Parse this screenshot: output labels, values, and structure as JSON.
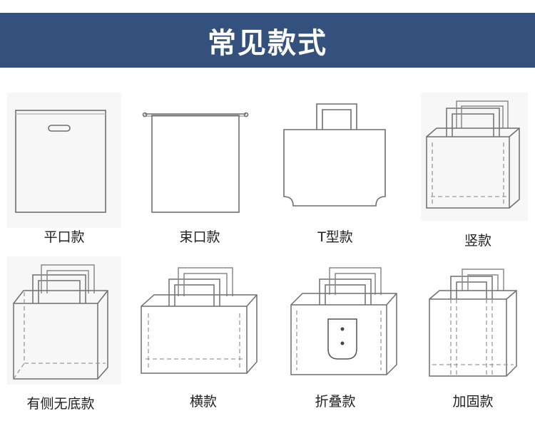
{
  "header": {
    "title": "常见款式"
  },
  "styles": [
    {
      "label": "平口款",
      "icon": "flat-opening-bag-icon"
    },
    {
      "label": "束口款",
      "icon": "drawstring-bag-icon"
    },
    {
      "label": "T型款",
      "icon": "t-shaped-bag-icon"
    },
    {
      "label": "竖款",
      "icon": "vertical-tote-bag-icon"
    },
    {
      "label": "有侧无底款",
      "icon": "side-gusset-no-bottom-bag-icon"
    },
    {
      "label": "横款",
      "icon": "horizontal-tote-bag-icon"
    },
    {
      "label": "折叠款",
      "icon": "foldable-bag-icon"
    },
    {
      "label": "加固款",
      "icon": "reinforced-bag-icon"
    }
  ],
  "colors": {
    "banner": "#34507d",
    "outline": "#6f6f6f",
    "dashed": "#9a9a9a"
  }
}
